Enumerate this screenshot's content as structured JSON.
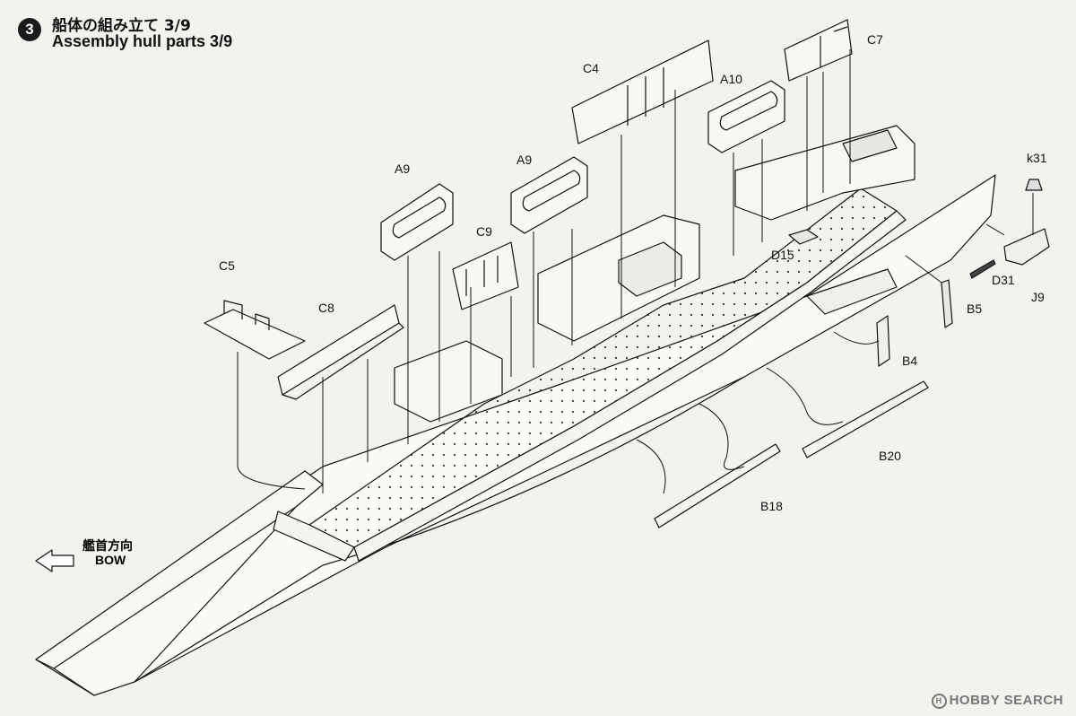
{
  "step": {
    "number": "3",
    "title_jp": "船体の組み立て 3/9",
    "title_en": "Assembly hull parts 3/9"
  },
  "direction": {
    "label_jp": "艦首方向",
    "label_en": "BOW"
  },
  "parts": {
    "c5": "C5",
    "c8": "C8",
    "a9_left": "A9",
    "a9_right": "A9",
    "c9": "C9",
    "c4": "C4",
    "a10": "A10",
    "c7": "C7",
    "k31": "k31",
    "d15": "D15",
    "d31": "D31",
    "j9": "J9",
    "b5": "B5",
    "b4": "B4",
    "b20": "B20",
    "b18": "B18"
  },
  "watermark": {
    "mark": "H",
    "text": "HOBBY SEARCH"
  },
  "colors": {
    "paper": "#f3f2ee",
    "ink": "#111111"
  }
}
